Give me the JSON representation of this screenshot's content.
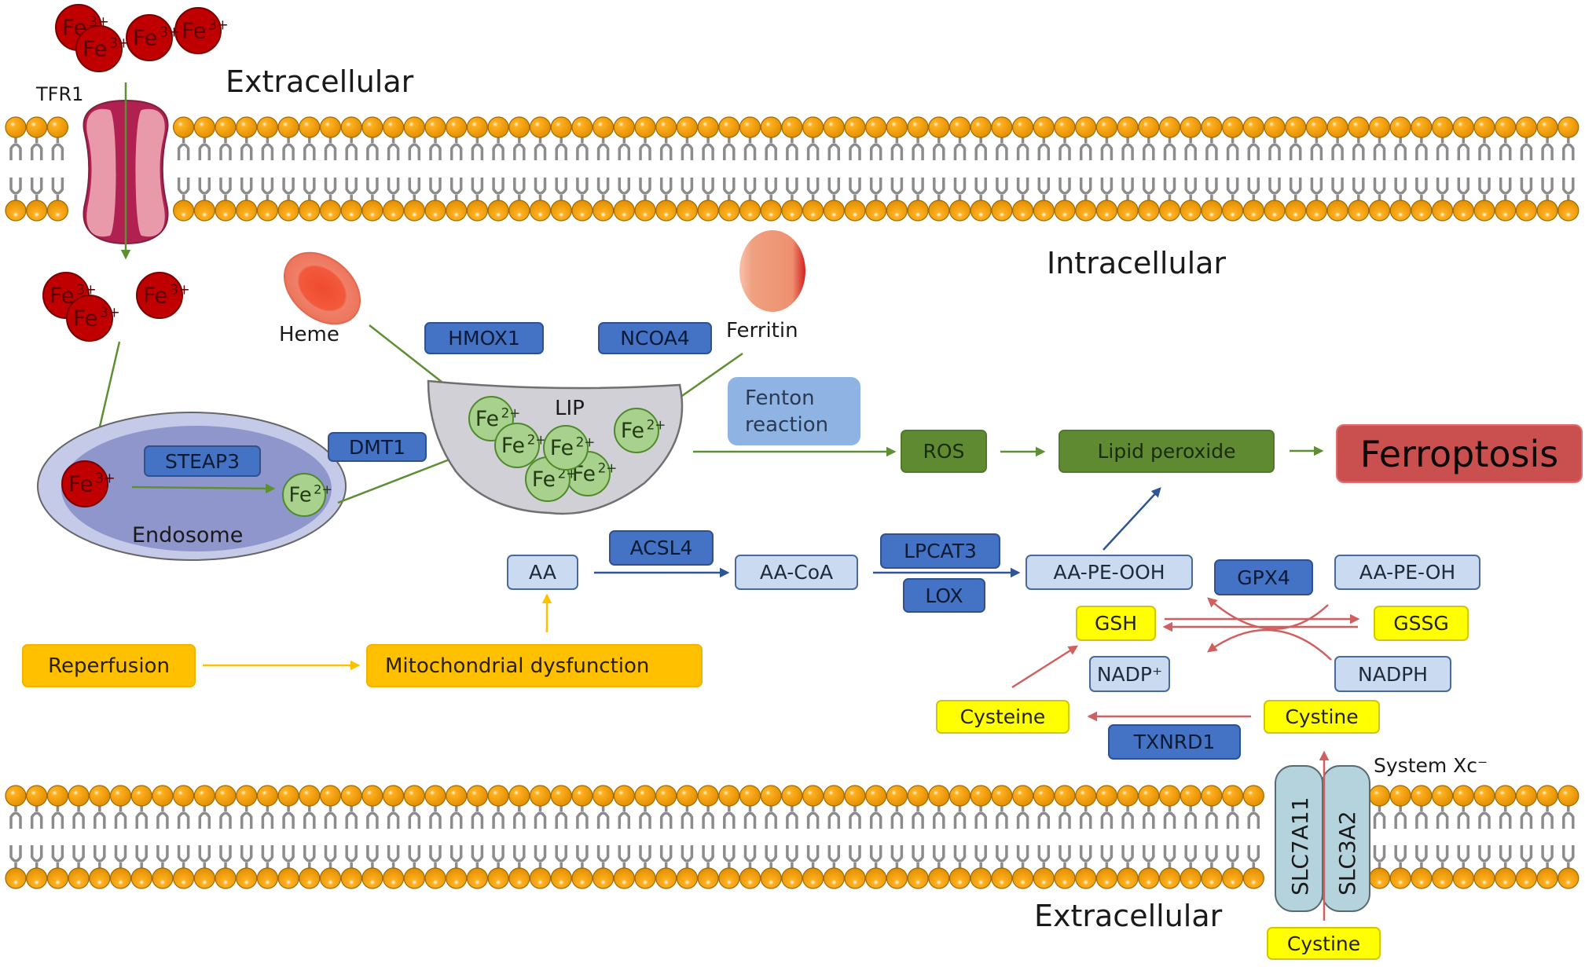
{
  "regions": {
    "extracellular_top": "Extracellular",
    "intracellular": "Intracellular",
    "extracellular_bottom": "Extracellular"
  },
  "transporters": {
    "tfr1": "TFR1",
    "system_xc": "System Xc⁻",
    "slc7a11": "SLC7A11",
    "slc3a2": "SLC3A2"
  },
  "iron": {
    "fe_symbol": "Fe",
    "fe3_charge": "3+",
    "fe2_charge": "2+"
  },
  "sources": {
    "heme": "Heme",
    "ferritin": "Ferritin",
    "endosome": "Endosome",
    "lip": "LIP"
  },
  "enzymes": {
    "steap3": "STEAP3",
    "dmt1": "DMT1",
    "hmox1": "HMOX1",
    "ncoa4": "NCOA4",
    "acsl4": "ACSL4",
    "lpcat3": "LPCAT3",
    "lox": "LOX",
    "gpx4": "GPX4",
    "txnrd1": "TXNRD1"
  },
  "fenton": {
    "line1": "Fenton",
    "line2": "reaction"
  },
  "outcomes": {
    "ros": "ROS",
    "lipid_peroxide": "Lipid peroxide",
    "ferroptosis": "Ferroptosis"
  },
  "lipids": {
    "aa": "AA",
    "aa_coa": "AA-CoA",
    "aa_pe_ooh": "AA-PE-OOH",
    "aa_pe_oh": "AA-PE-OH"
  },
  "redox": {
    "gsh": "GSH",
    "gssg": "GSSG",
    "nadp": "NADP⁺",
    "nadph": "NADPH",
    "cysteine": "Cysteine",
    "cystine_in": "Cystine",
    "cystine_out": "Cystine"
  },
  "triggers": {
    "reperfusion": "Reperfusion",
    "mito": "Mitochondrial dysfunction"
  },
  "colors": {
    "membrane_head": "#f0a000",
    "membrane_tail": "#8c8c8c",
    "iron_fe3": "#c00000",
    "iron_fe2": "#a9d18e",
    "green_arrow": "#5e8f35",
    "blue_arrow": "#2f5597",
    "red_arrow": "#d06060",
    "yellow_arrow": "#ffc000"
  }
}
